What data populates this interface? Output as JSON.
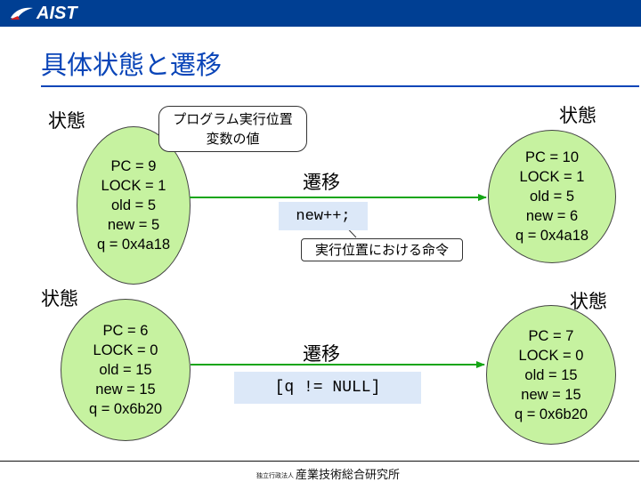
{
  "header": {
    "logo_text": "AIST",
    "logo_icon": "aist-swoosh-icon"
  },
  "title": "具体状態と遷移",
  "callouts": {
    "program_vars_line1": "プログラム実行位置",
    "program_vars_line2": "変数の値",
    "instruction": "実行位置における命令"
  },
  "state_label": "状態",
  "transition_label": "遷移",
  "states": {
    "s1": [
      "PC = 9",
      "LOCK = 1",
      "old = 5",
      "new = 5",
      "q = 0x4a18"
    ],
    "s2": [
      "PC = 10",
      "LOCK = 1",
      "old = 5",
      "new = 6",
      "q = 0x4a18"
    ],
    "s3": [
      "PC = 6",
      "LOCK = 0",
      "old = 15",
      "new = 15",
      "q = 0x6b20"
    ],
    "s4": [
      "PC = 7",
      "LOCK = 0",
      "old = 15",
      "new = 15",
      "q = 0x6b20"
    ]
  },
  "code": {
    "top": "new++;",
    "bottom": "[q != NULL]"
  },
  "footer": {
    "small": "独立行政法人",
    "org": "産業技術総合研究所"
  },
  "colors": {
    "topbar": "#003f93",
    "title": "#0a45b8",
    "state_fill": "#c6f2a0",
    "arrow": "#14a514",
    "code_bg": "#dce8f8"
  }
}
